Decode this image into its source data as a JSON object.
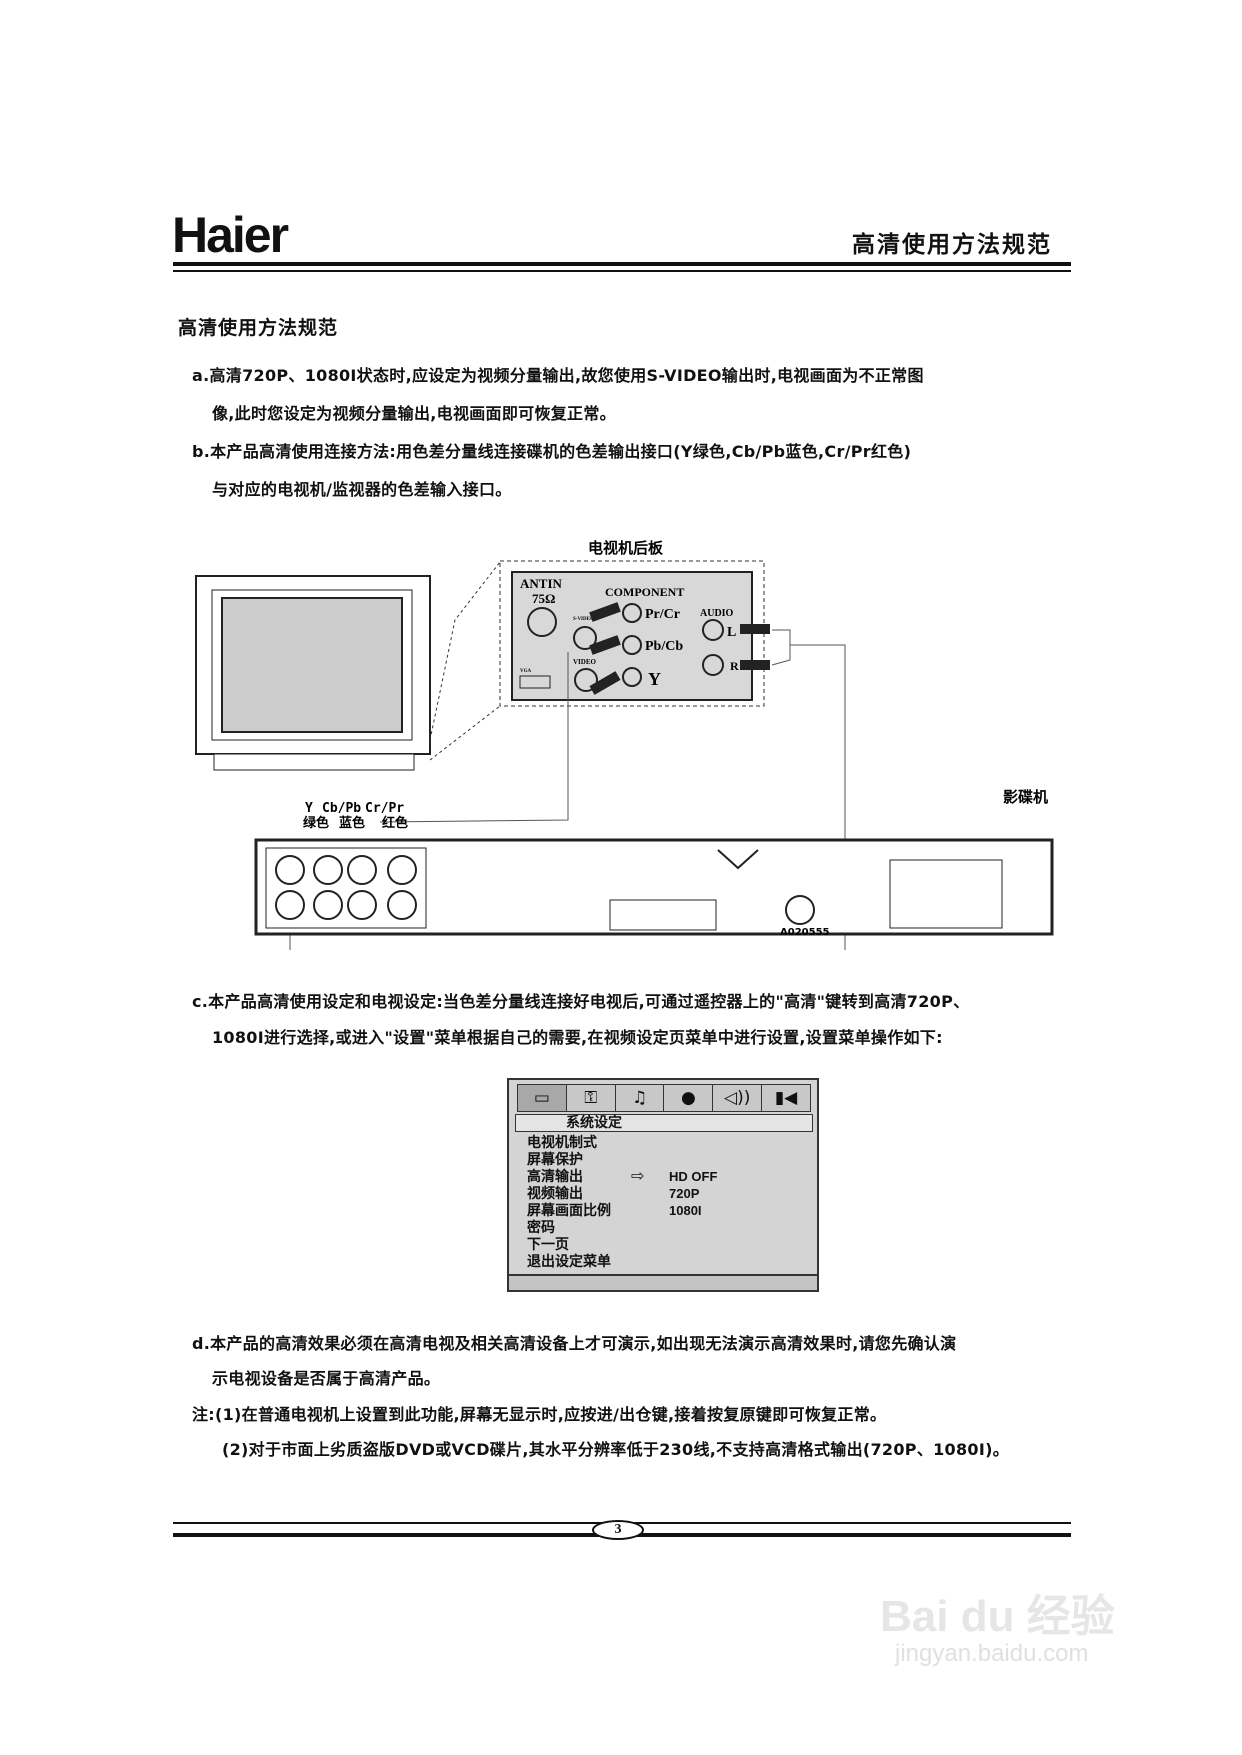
{
  "header": {
    "logo": "Haier",
    "title": "高清使用方法规范"
  },
  "section_title": "高清使用方法规范",
  "paragraphs": {
    "a1": "a.高清720P、1080I状态时,应设定为视频分量输出,故您使用S-VIDEO输出时,电视画面为不正常图",
    "a2": "像,此时您设定为视频分量输出,电视画面即可恢复正常。",
    "b1": "b.本产品高清使用连接方法:用色差分量线连接碟机的色差输出接口(Y绿色,Cb/Pb蓝色,Cr/Pr红色)",
    "b2": "与对应的电视机/监视器的色差输入接口。",
    "c1": "c.本产品高清使用设定和电视设定:当色差分量线连接好电视后,可通过遥控器上的\"高清\"键转到高清720P、",
    "c2": "1080I进行选择,或进入\"设置\"菜单根据自己的需要,在视频设定页菜单中进行设置,设置菜单操作如下:",
    "d1": "d.本产品的高清效果必须在高清电视及相关高清设备上才可演示,如出现无法演示高清效果时,请您先确认演",
    "d2": "示电视设备是否属于高清产品。",
    "n1": "注:(1)在普通电视机上设置到此功能,屏幕无显示时,应按进/出仓键,接着按复原键即可恢复正常。",
    "n2": "(2)对于市面上劣质盗版DVD或VCD碟片,其水平分辨率低于230线,不支持高清格式输出(720P、1080I)。"
  },
  "diagram": {
    "tv_panel_label": "电视机后板",
    "antin": "ANTIN",
    "ohm": "75Ω",
    "component": "COMPONENT",
    "pr": "Pr/Cr",
    "pb": "Pb/Cb",
    "y": "Y",
    "audio": "AUDIO",
    "l": "L",
    "r": "R",
    "svideo": "S-VIDEO",
    "video": "VIDEO",
    "vga": "VGA",
    "player_label": "影碟机",
    "cable_y": "Y",
    "cable_cb": "Cb/Pb",
    "cable_cr": "Cr/Pr",
    "green": "绿色",
    "blue": "蓝色",
    "red": "红色",
    "cert": "A020555"
  },
  "menu": {
    "tab_icons": [
      "monitor-icon",
      "lock-icon",
      "music-icon",
      "color-icon",
      "speaker-icon",
      "dolby-icon"
    ],
    "title": "系统设定",
    "items": [
      "电视机制式",
      "屏幕保护",
      "高清输出",
      "视频输出",
      "屏幕画面比例",
      "密码",
      "下一页",
      "退出设定菜单"
    ],
    "options": [
      "HD OFF",
      "720P",
      "1080I"
    ]
  },
  "footer": {
    "page": "3"
  },
  "watermark": {
    "brand": "Bai du 经验",
    "url": "jingyan.baidu.com"
  }
}
